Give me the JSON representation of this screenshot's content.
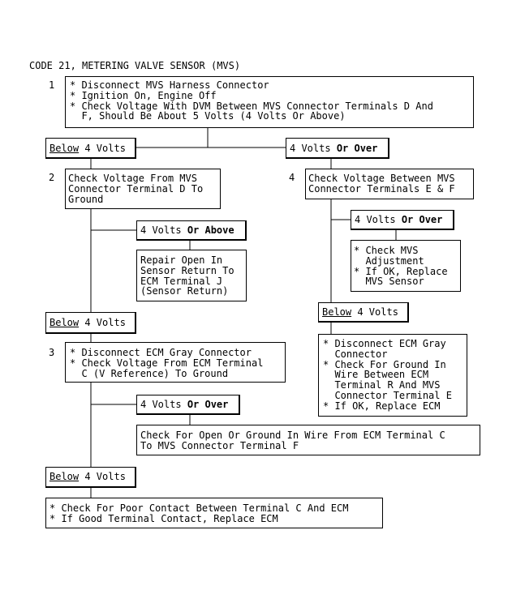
{
  "title": "CODE 21, METERING VALVE SENSOR (MVS)",
  "steps": {
    "s1_num": "1",
    "s1_text": "* Disconnect MVS Harness Connector\n* Ignition On, Engine Off\n* Check Voltage With DVM Between MVS Connector Terminals D And\n  F, Should Be About 5 Volts (4 Volts Or Above)",
    "s2_num": "2",
    "s2_text": "Check Voltage From MVS\nConnector Terminal D To\nGround",
    "s3_num": "3",
    "s3_text": "* Disconnect ECM Gray Connector\n* Check Voltage From ECM Terminal\n  C (V Reference) To Ground",
    "s4_num": "4",
    "s4_text": "Check Voltage Between MVS\nConnector Terminals E & F"
  },
  "branches": {
    "below_word": "Below",
    "four_volts": "4 Volts",
    "or_over": "Or Over",
    "or_above": "Or Above"
  },
  "actions": {
    "repair_open": "Repair Open In\nSensor Return To\nECM Terminal J\n(Sensor Return)",
    "check_mvs_adj": "* Check MVS\n  Adjustment\n* If OK, Replace\n  MVS Sensor",
    "disconnect_ecm": "* Disconnect ECM Gray\n  Connector\n* Check For Ground In\n  Wire Between ECM\n  Terminal R And MVS\n  Connector Terminal E\n* If OK, Replace ECM",
    "check_open_ground": "Check For Open Or Ground In Wire From ECM Terminal C\nTo MVS Connector Terminal F",
    "check_poor_contact": "* Check For Poor Contact Between Terminal C And ECM\n* If Good Terminal Contact, Replace ECM"
  }
}
